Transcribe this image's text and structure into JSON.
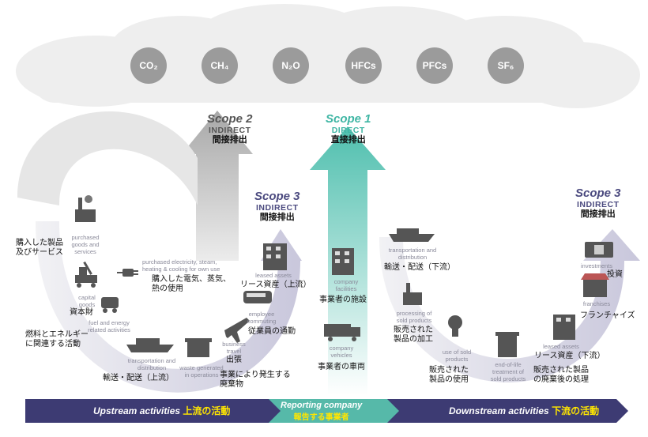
{
  "colors": {
    "scope1": "#3fb6a4",
    "scope2": "#7d7d7d",
    "scope3": "#4b4a7f",
    "band": "#3d3b73",
    "band_teal": "#56b9a9",
    "gas_bubble": "#9b9b9b",
    "jp_highlight": "#ffe600"
  },
  "gases": [
    "CO₂",
    "CH₄",
    "N₂O",
    "HFCs",
    "PFCs",
    "SF₆"
  ],
  "scope2": {
    "title": "Scope 2",
    "sub": "INDIRECT",
    "jp": "間接排出"
  },
  "scope1": {
    "title": "Scope 1",
    "sub": "DIRECT",
    "jp": "直接排出"
  },
  "scope3_upstream": {
    "title": "Scope 3",
    "sub": "INDIRECT",
    "jp": "間接排出"
  },
  "scope3_downstream": {
    "title": "Scope 3",
    "sub": "INDIRECT",
    "jp": "間接排出"
  },
  "upstream": {
    "purchased_goods": {
      "en": "purchased goods and services",
      "jp": "購入した製品\n及びサービス"
    },
    "electricity": {
      "en": "purchased electricity, steam, heating & cooling for own use",
      "jp": "購入した電気、蒸気、\n熱の使用"
    },
    "capital_goods": {
      "en": "capital goods",
      "jp": "資本財"
    },
    "fuel_energy": {
      "en": "fuel and energy related activities",
      "jp": "燃料とエネルギー\nに関連する活動"
    },
    "transport": {
      "en": "transportation and distribution",
      "jp": "輸送・配送（上流）"
    },
    "waste": {
      "en": "waste generated in operations",
      "jp": "事業により発生する\n廃棄物"
    },
    "business_travel": {
      "en": "business travel",
      "jp": "出張"
    },
    "commuting": {
      "en": "employee commuting",
      "jp": "従業員の通勤"
    },
    "leased_assets": {
      "en": "leased assets",
      "jp": "リース資産（上流）"
    }
  },
  "reporting": {
    "facilities": {
      "en": "company facilities",
      "jp": "事業者の施設"
    },
    "vehicles": {
      "en": "company vehicles",
      "jp": "事業者の車両"
    }
  },
  "downstream": {
    "transport": {
      "en": "transportation and distribution",
      "jp": "輸送・配送（下流）"
    },
    "processing": {
      "en": "processing of sold products",
      "jp": "販売された\n製品の加工"
    },
    "use": {
      "en": "use of sold products",
      "jp": "販売された\n製品の使用"
    },
    "end_of_life": {
      "en": "end-of-life treatment of sold products",
      "jp": "販売された製品\nの廃棄後の処理"
    },
    "leased_assets": {
      "en": "leased assets",
      "jp": "リース資産（下流）"
    },
    "franchises": {
      "en": "franchises",
      "jp": "フランチャイズ"
    },
    "investments": {
      "en": "investments",
      "jp": "投資"
    }
  },
  "band": {
    "upstream_en": "Upstream activities",
    "upstream_jp": "上流の活動",
    "reporting_en": "Reporting company",
    "reporting_jp": "報告する事業者",
    "downstream_en": "Downstream activities",
    "downstream_jp": "下流の活動"
  }
}
